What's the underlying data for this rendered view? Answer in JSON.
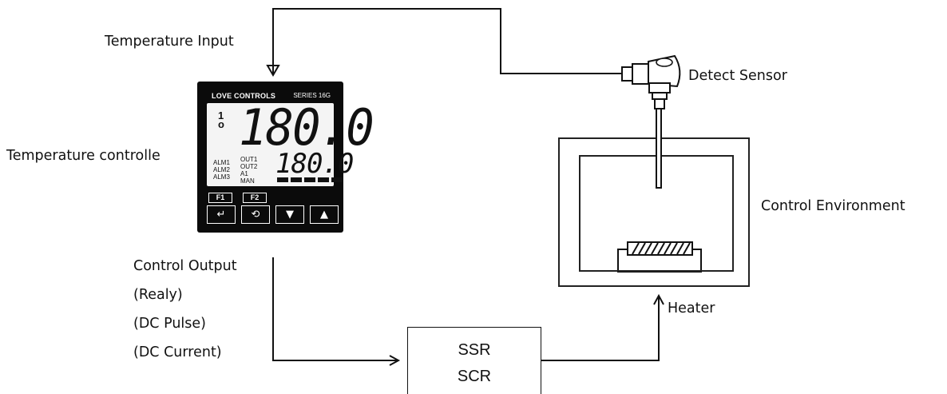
{
  "labels": {
    "temperature_input": "Temperature Input",
    "detect_sensor": "Detect Sensor",
    "temperature_controller": "Temperature controlle",
    "control_environment": "Control Environment",
    "control_output": "Control Output",
    "output_relay": "(Realy)",
    "output_dc_pulse": "(DC Pulse)",
    "output_dc_current": "(DC Current)",
    "heater": "Heater"
  },
  "controller": {
    "brand": "LOVE CONTROLS",
    "series": "SERIES 16G",
    "indicator_one": "1",
    "pv_display": "180.0",
    "sv_display": "180.0",
    "alarm_1": "ALM1",
    "alarm_2": "ALM2",
    "alarm_3": "ALM3",
    "out_1": "OUT1",
    "out_2": "OUT2",
    "a1": "A1",
    "man": "MAN",
    "f1": "F1",
    "f2": "F2",
    "btn_enter": "↵",
    "btn_cycle": "⟲",
    "btn_down": "▼",
    "btn_up": "▲"
  },
  "ssr_box": {
    "line1": "SSR",
    "line2": "SCR"
  }
}
